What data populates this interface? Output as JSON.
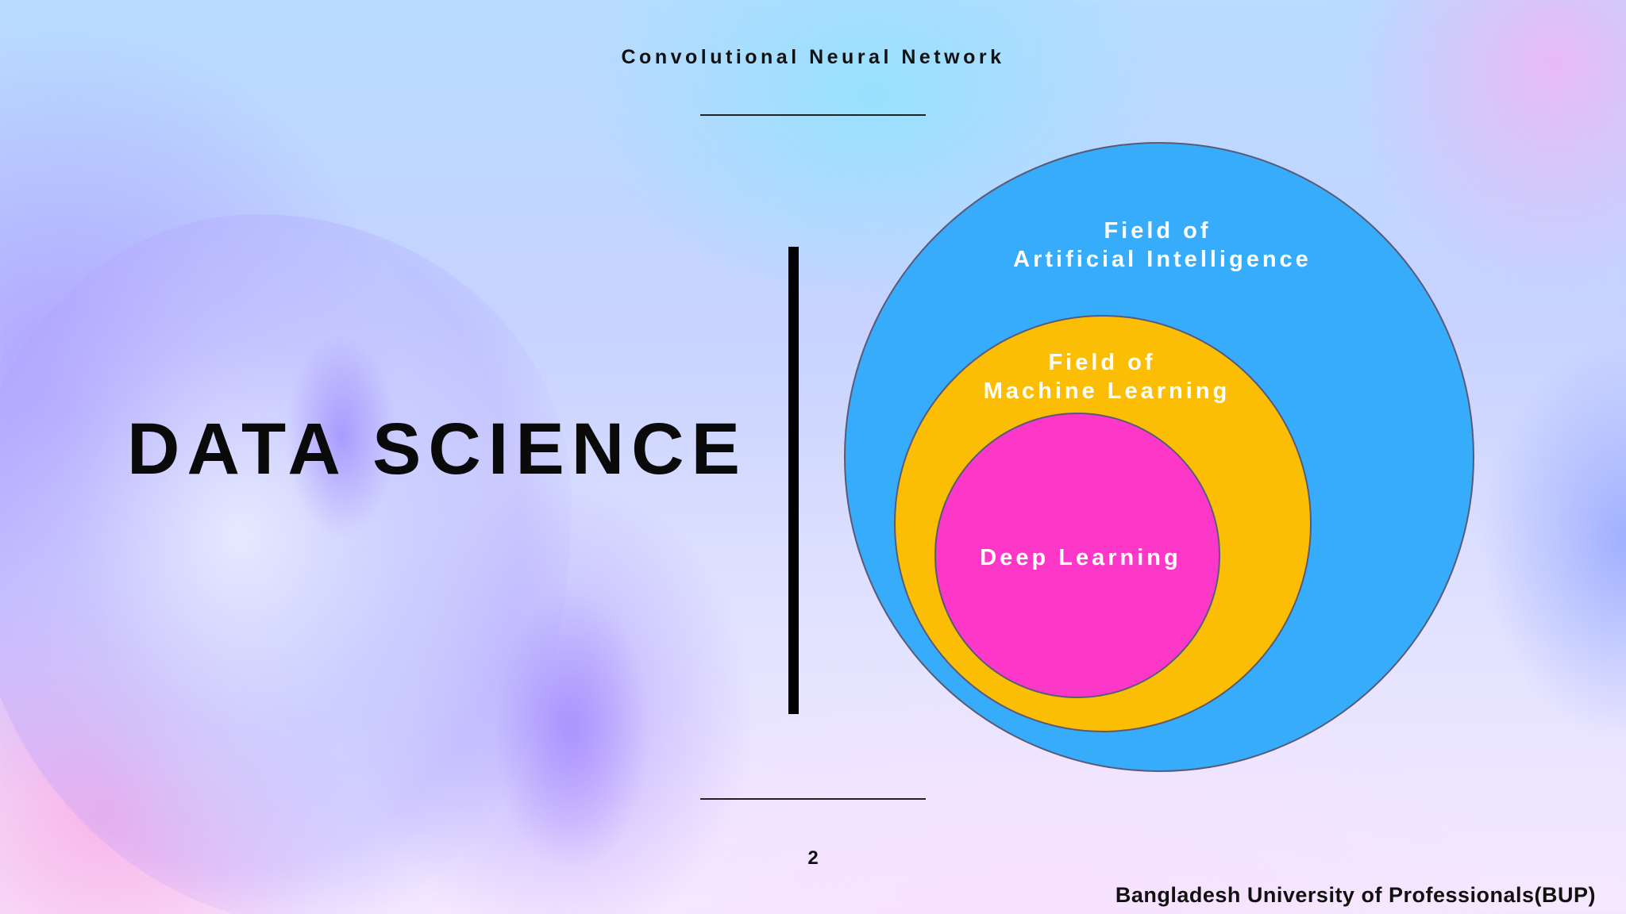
{
  "header": {
    "title": "Convolutional Neural Network"
  },
  "main": {
    "title": "DATA SCIENCE"
  },
  "venn": {
    "outer": {
      "line1": "Field of",
      "line2": "Artificial Intelligence",
      "color": "#36acfb"
    },
    "middle": {
      "line1": "Field of",
      "line2": "Machine Learning",
      "color": "#fbbe04"
    },
    "inner": {
      "label": "Deep Learning",
      "color": "#fd38c8"
    },
    "outline_color": "#5a5a78"
  },
  "footer": {
    "page_number": "2",
    "organization": "Bangladesh University of Professionals(BUP)"
  }
}
